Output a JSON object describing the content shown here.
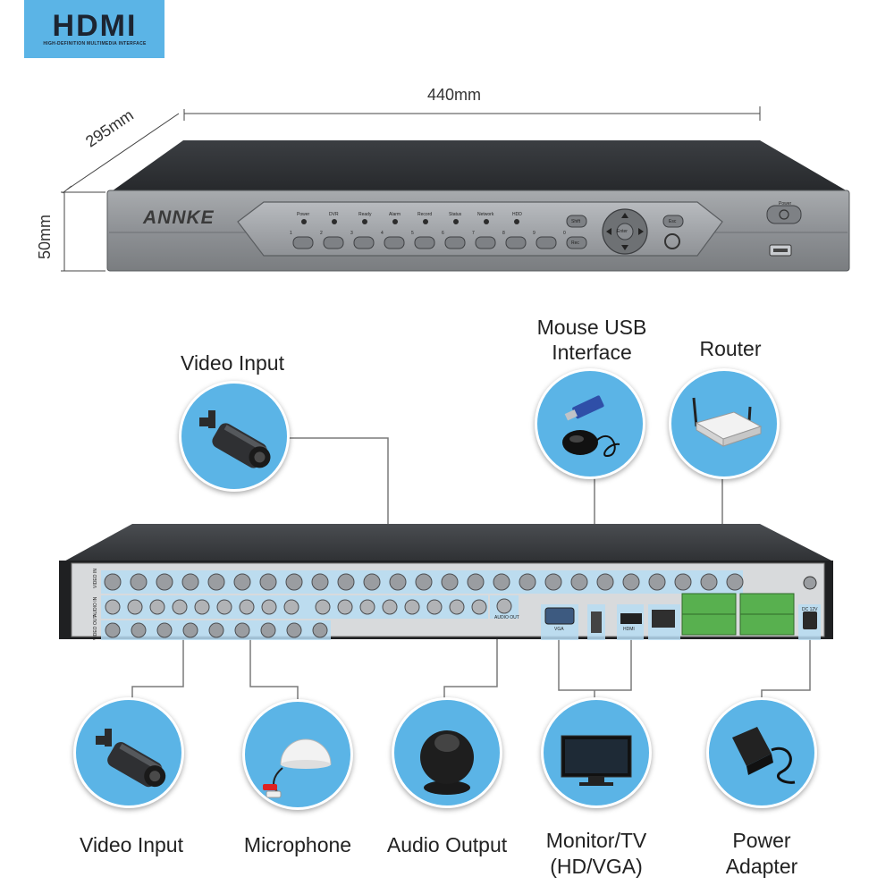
{
  "hdmi_logo": {
    "wordmark": "HDMI",
    "tagline": "HIGH-DEFINITION MULTIMEDIA INTERFACE"
  },
  "dimensions": {
    "width": "440mm",
    "depth": "295mm",
    "height": "50mm"
  },
  "front_panel": {
    "brand": "ANNKE",
    "indicators": [
      "Power",
      "DVR",
      "Ready",
      "Alarm",
      "Record",
      "Status",
      "Network",
      "HDD"
    ],
    "numbers": [
      "1",
      "2",
      "3",
      "4",
      "5",
      "6",
      "7",
      "8",
      "9",
      "0"
    ],
    "buttons": {
      "shift": "Shift",
      "enter": "Enter",
      "esc": "Esc",
      "rec": "Rec",
      "power": "Power"
    }
  },
  "rear_panel": {
    "video_in_label": "VIDEO IN",
    "audio_in_label": "AUDIO IN",
    "video_out_label": "VIDEO OUT",
    "audio_out_label": "AUDIO OUT",
    "vga_label": "VGA",
    "hdmi_label": "HDMI",
    "dc_label": "DC 12V"
  },
  "callouts": {
    "video_input_top": "Video Input",
    "mouse_usb_line1": "Mouse USB",
    "mouse_usb_line2": "Interface",
    "router": "Router",
    "video_input_bottom": "Video Input",
    "microphone": "Microphone",
    "audio_output": "Audio Output",
    "monitor_line1": "Monitor/TV",
    "monitor_line2": "(HD/VGA)",
    "power_line1": "Power",
    "power_line2": "Adapter"
  },
  "colors": {
    "callout_blue": "#5bb4e6",
    "panel_dark": "#2e3033",
    "panel_gray": "#8f9296"
  }
}
